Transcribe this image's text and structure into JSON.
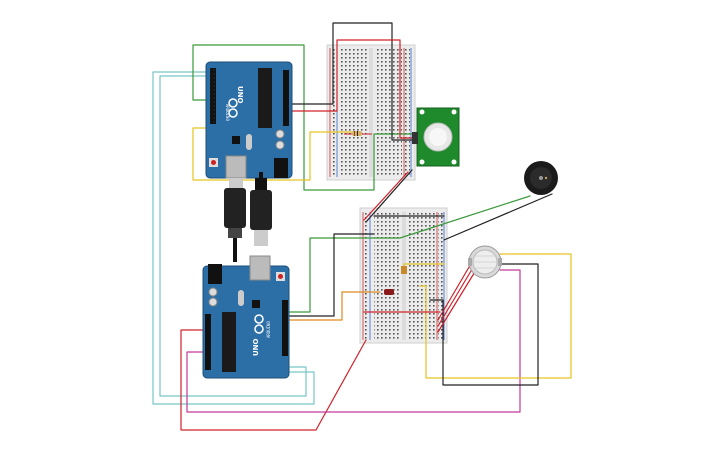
{
  "diagram": {
    "boards": [
      {
        "model_label": "UNO",
        "brand_label": "ARDUINO"
      },
      {
        "model_label": "UNO",
        "brand_label": "ARDUINO"
      }
    ],
    "colors": {
      "wire_red": "#d0202a",
      "wire_black": "#222222",
      "wire_green": "#3a9a3a",
      "wire_yellow": "#e6c320",
      "wire_teal": "#78c6c6",
      "wire_orange": "#e08a1e",
      "wire_magenta": "#c23a9a",
      "board_blue": "#2c6fa6",
      "breadboard": "#f2f2f2",
      "pir_green": "#1f8a2c"
    },
    "icons": [
      "arduino-infinity-icon",
      "pir-sensor-icon",
      "buzzer-icon",
      "gas-sensor-icon",
      "usb-cable-icon"
    ]
  }
}
